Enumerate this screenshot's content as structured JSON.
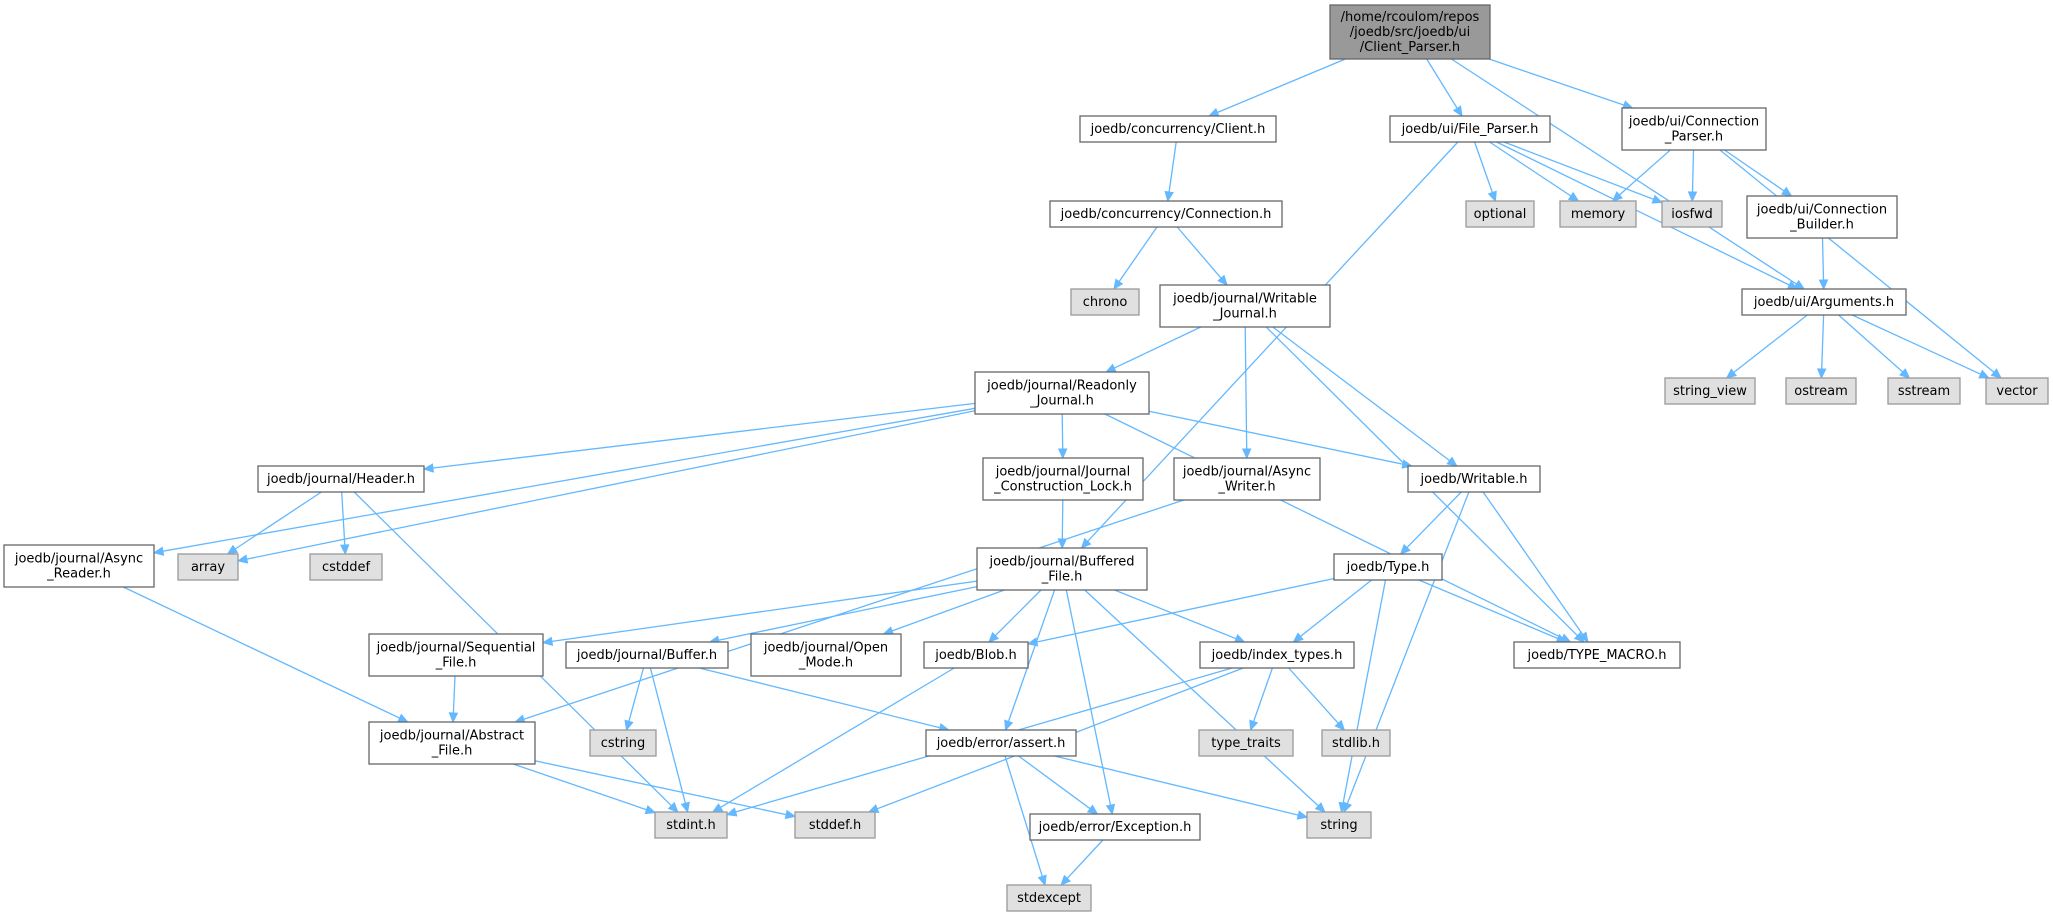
{
  "colors": {
    "edge": "#63b8ff",
    "node_border": "#666666",
    "root_fill": "#999999",
    "system_fill": "#e0e0e0",
    "file_fill": "#ffffff"
  },
  "nodes": [
    {
      "id": "client_parser",
      "kind": "root",
      "lines": [
        "/home/rcoulom/repos",
        "/joedb/src/joedb/ui",
        "/Client_Parser.h"
      ]
    },
    {
      "id": "concurrency_client",
      "kind": "file",
      "lines": [
        "joedb/concurrency/Client.h"
      ]
    },
    {
      "id": "file_parser",
      "kind": "file",
      "lines": [
        "joedb/ui/File_Parser.h"
      ]
    },
    {
      "id": "connection_parser",
      "kind": "file",
      "lines": [
        "joedb/ui/Connection",
        "_Parser.h"
      ]
    },
    {
      "id": "concurrency_connection",
      "kind": "file",
      "lines": [
        "joedb/concurrency/Connection.h"
      ]
    },
    {
      "id": "optional",
      "kind": "system",
      "lines": [
        "optional"
      ]
    },
    {
      "id": "memory",
      "kind": "system",
      "lines": [
        "memory"
      ]
    },
    {
      "id": "iosfwd",
      "kind": "system",
      "lines": [
        "iosfwd"
      ]
    },
    {
      "id": "connection_builder",
      "kind": "file",
      "lines": [
        "joedb/ui/Connection",
        "_Builder.h"
      ]
    },
    {
      "id": "chrono",
      "kind": "system",
      "lines": [
        "chrono"
      ]
    },
    {
      "id": "writable_journal",
      "kind": "file",
      "lines": [
        "joedb/journal/Writable",
        "_Journal.h"
      ]
    },
    {
      "id": "arguments",
      "kind": "file",
      "lines": [
        "joedb/ui/Arguments.h"
      ]
    },
    {
      "id": "readonly_journal",
      "kind": "file",
      "lines": [
        "joedb/journal/Readonly",
        "_Journal.h"
      ]
    },
    {
      "id": "string_view",
      "kind": "system",
      "lines": [
        "string_view"
      ]
    },
    {
      "id": "ostream",
      "kind": "system",
      "lines": [
        "ostream"
      ]
    },
    {
      "id": "sstream",
      "kind": "system",
      "lines": [
        "sstream"
      ]
    },
    {
      "id": "vector",
      "kind": "system",
      "lines": [
        "vector"
      ]
    },
    {
      "id": "header",
      "kind": "file",
      "lines": [
        "joedb/journal/Header.h"
      ]
    },
    {
      "id": "journal_construction_lock",
      "kind": "file",
      "lines": [
        "joedb/journal/Journal",
        "_Construction_Lock.h"
      ]
    },
    {
      "id": "async_writer",
      "kind": "file",
      "lines": [
        "joedb/journal/Async",
        "_Writer.h"
      ]
    },
    {
      "id": "writable",
      "kind": "file",
      "lines": [
        "joedb/Writable.h"
      ]
    },
    {
      "id": "async_reader",
      "kind": "file",
      "lines": [
        "joedb/journal/Async",
        "_Reader.h"
      ]
    },
    {
      "id": "array",
      "kind": "system",
      "lines": [
        "array"
      ]
    },
    {
      "id": "cstddef",
      "kind": "system",
      "lines": [
        "cstddef"
      ]
    },
    {
      "id": "buffered_file",
      "kind": "file",
      "lines": [
        "joedb/journal/Buffered",
        "_File.h"
      ]
    },
    {
      "id": "type",
      "kind": "file",
      "lines": [
        "joedb/Type.h"
      ]
    },
    {
      "id": "sequential_file",
      "kind": "file",
      "lines": [
        "joedb/journal/Sequential",
        "_File.h"
      ]
    },
    {
      "id": "buffer",
      "kind": "file",
      "lines": [
        "joedb/journal/Buffer.h"
      ]
    },
    {
      "id": "open_mode",
      "kind": "file",
      "lines": [
        "joedb/journal/Open",
        "_Mode.h"
      ]
    },
    {
      "id": "blob",
      "kind": "file",
      "lines": [
        "joedb/Blob.h"
      ]
    },
    {
      "id": "index_types",
      "kind": "file",
      "lines": [
        "joedb/index_types.h"
      ]
    },
    {
      "id": "type_macro",
      "kind": "file",
      "lines": [
        "joedb/TYPE_MACRO.h"
      ]
    },
    {
      "id": "cstring",
      "kind": "system",
      "lines": [
        "cstring"
      ]
    },
    {
      "id": "abstract_file",
      "kind": "file",
      "lines": [
        "joedb/journal/Abstract",
        "_File.h"
      ]
    },
    {
      "id": "error_assert",
      "kind": "file",
      "lines": [
        "joedb/error/assert.h"
      ]
    },
    {
      "id": "type_traits",
      "kind": "system",
      "lines": [
        "type_traits"
      ]
    },
    {
      "id": "stdlib",
      "kind": "system",
      "lines": [
        "stdlib.h"
      ]
    },
    {
      "id": "stdint",
      "kind": "system",
      "lines": [
        "stdint.h"
      ]
    },
    {
      "id": "stddef",
      "kind": "system",
      "lines": [
        "stddef.h"
      ]
    },
    {
      "id": "error_exception",
      "kind": "file",
      "lines": [
        "joedb/error/Exception.h"
      ]
    },
    {
      "id": "string",
      "kind": "system",
      "lines": [
        "string"
      ]
    },
    {
      "id": "stdexcept",
      "kind": "system",
      "lines": [
        "stdexcept"
      ]
    }
  ],
  "edges": [
    [
      "client_parser",
      "concurrency_client"
    ],
    [
      "client_parser",
      "file_parser"
    ],
    [
      "client_parser",
      "connection_parser"
    ],
    [
      "client_parser",
      "arguments"
    ],
    [
      "concurrency_client",
      "concurrency_connection"
    ],
    [
      "concurrency_connection",
      "chrono"
    ],
    [
      "concurrency_connection",
      "writable_journal"
    ],
    [
      "file_parser",
      "optional"
    ],
    [
      "file_parser",
      "memory"
    ],
    [
      "file_parser",
      "iosfwd"
    ],
    [
      "file_parser",
      "arguments"
    ],
    [
      "file_parser",
      "buffered_file"
    ],
    [
      "connection_parser",
      "memory"
    ],
    [
      "connection_parser",
      "iosfwd"
    ],
    [
      "connection_parser",
      "connection_builder"
    ],
    [
      "connection_parser",
      "vector"
    ],
    [
      "connection_builder",
      "arguments"
    ],
    [
      "arguments",
      "string_view"
    ],
    [
      "arguments",
      "ostream"
    ],
    [
      "arguments",
      "sstream"
    ],
    [
      "arguments",
      "vector"
    ],
    [
      "writable_journal",
      "readonly_journal"
    ],
    [
      "writable_journal",
      "async_writer"
    ],
    [
      "writable_journal",
      "writable"
    ],
    [
      "writable_journal",
      "type_macro"
    ],
    [
      "readonly_journal",
      "async_reader"
    ],
    [
      "readonly_journal",
      "array"
    ],
    [
      "readonly_journal",
      "header"
    ],
    [
      "readonly_journal",
      "journal_construction_lock"
    ],
    [
      "readonly_journal",
      "writable"
    ],
    [
      "readonly_journal",
      "type_macro"
    ],
    [
      "header",
      "array"
    ],
    [
      "header",
      "cstddef"
    ],
    [
      "header",
      "stdint"
    ],
    [
      "journal_construction_lock",
      "buffered_file"
    ],
    [
      "async_writer",
      "abstract_file"
    ],
    [
      "async_reader",
      "abstract_file"
    ],
    [
      "writable",
      "type"
    ],
    [
      "writable",
      "type_macro"
    ],
    [
      "writable",
      "string"
    ],
    [
      "type",
      "blob"
    ],
    [
      "type",
      "index_types"
    ],
    [
      "type",
      "type_macro"
    ],
    [
      "type",
      "string"
    ],
    [
      "buffered_file",
      "sequential_file"
    ],
    [
      "buffered_file",
      "buffer"
    ],
    [
      "buffered_file",
      "open_mode"
    ],
    [
      "buffered_file",
      "blob"
    ],
    [
      "buffered_file",
      "index_types"
    ],
    [
      "buffered_file",
      "error_assert"
    ],
    [
      "buffered_file",
      "error_exception"
    ],
    [
      "buffered_file",
      "string"
    ],
    [
      "sequential_file",
      "abstract_file"
    ],
    [
      "buffer",
      "cstring"
    ],
    [
      "buffer",
      "stdint"
    ],
    [
      "buffer",
      "error_assert"
    ],
    [
      "blob",
      "stdint"
    ],
    [
      "index_types",
      "type_traits"
    ],
    [
      "index_types",
      "stdlib"
    ],
    [
      "index_types",
      "stdint"
    ],
    [
      "index_types",
      "stddef"
    ],
    [
      "abstract_file",
      "stdint"
    ],
    [
      "abstract_file",
      "stddef"
    ],
    [
      "error_assert",
      "error_exception"
    ],
    [
      "error_assert",
      "stdexcept"
    ],
    [
      "error_assert",
      "string"
    ],
    [
      "error_exception",
      "stdexcept"
    ]
  ]
}
